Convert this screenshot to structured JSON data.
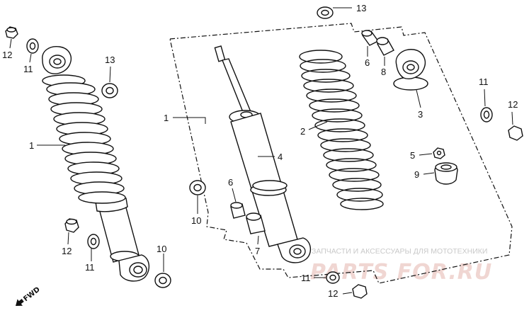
{
  "labels": {
    "l13_top": "13",
    "l6_top": "6",
    "l8": "8",
    "l3": "3",
    "l11_right": "11",
    "l12_right": "12",
    "l5": "5",
    "l9": "9",
    "l2": "2",
    "l4": "4",
    "l1_frame": "1",
    "l12_left_top": "12",
    "l11_left_top": "11",
    "l13_left": "13",
    "l1_left": "1",
    "l10_mid": "10",
    "l6_mid": "6",
    "l7": "7",
    "l12_left_bottom": "12",
    "l11_left_bottom": "11",
    "l10_bottom": "10",
    "l11_bottom": "11",
    "l12_bottom": "12"
  },
  "direction_marker": "FWD",
  "watermark": {
    "caption": "ЗАПЧАСТИ И АКСЕССУАРЫ ДЛЯ МОТОТЕХНИКИ",
    "brand": "PARTS FOR.RU"
  }
}
